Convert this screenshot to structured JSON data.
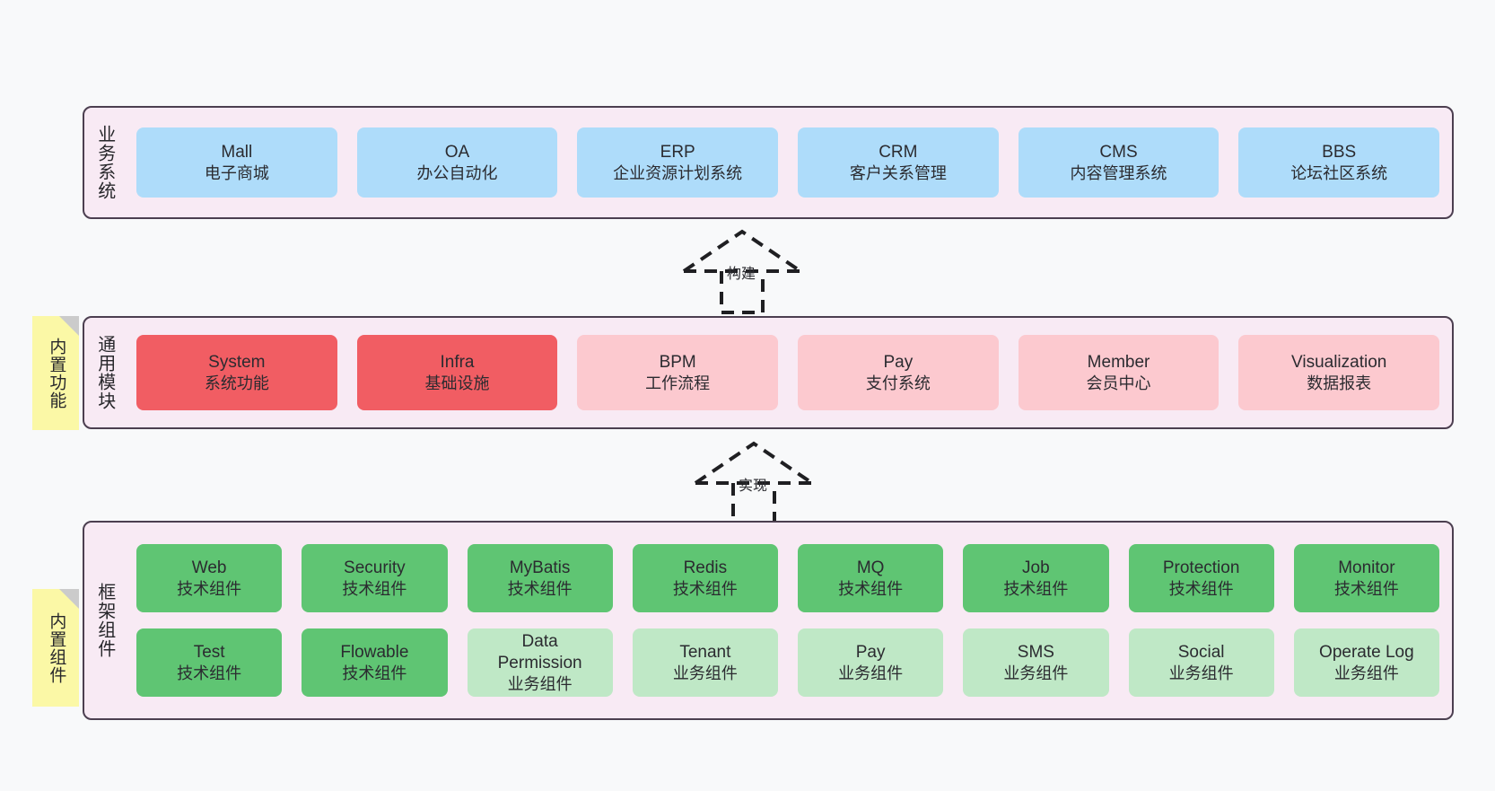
{
  "diagram": {
    "background_color": "#F8F9FA",
    "panel_fill": "#F8EAF4",
    "panel_border": "#4C3F50",
    "note_fill": "#FBF8A6"
  },
  "notes": [
    {
      "text": "内置功能",
      "name": "builtin-functions-note"
    },
    {
      "text": "内置组件",
      "name": "builtin-components-note"
    }
  ],
  "arrows": [
    {
      "label": "构建",
      "name": "build-arrow",
      "direction": "up",
      "style": "dashed-hollow"
    },
    {
      "label": "实现",
      "name": "implement-arrow",
      "direction": "up",
      "style": "dashed-hollow"
    }
  ],
  "layers": [
    {
      "id": "business-systems",
      "label": "业务系统",
      "rows": [
        {
          "boxes": [
            {
              "title": "Mall",
              "subtitle": "电子商城",
              "color": "#AEDCFA"
            },
            {
              "title": "OA",
              "subtitle": "办公自动化",
              "color": "#AEDCFA"
            },
            {
              "title": "ERP",
              "subtitle": "企业资源计划系统",
              "color": "#AEDCFA"
            },
            {
              "title": "CRM",
              "subtitle": "客户关系管理",
              "color": "#AEDCFA"
            },
            {
              "title": "CMS",
              "subtitle": "内容管理系统",
              "color": "#AEDCFA"
            },
            {
              "title": "BBS",
              "subtitle": "论坛社区系统",
              "color": "#AEDCFA"
            }
          ]
        }
      ]
    },
    {
      "id": "common-modules",
      "label": "通用模块",
      "rows": [
        {
          "boxes": [
            {
              "title": "System",
              "subtitle": "系统功能",
              "color": "#F15D63"
            },
            {
              "title": "Infra",
              "subtitle": "基础设施",
              "color": "#F15D63"
            },
            {
              "title": "BPM",
              "subtitle": "工作流程",
              "color": "#FCC9CF"
            },
            {
              "title": "Pay",
              "subtitle": "支付系统",
              "color": "#FCC9CF"
            },
            {
              "title": "Member",
              "subtitle": "会员中心",
              "color": "#FCC9CF"
            },
            {
              "title": "Visualization",
              "subtitle": "数据报表",
              "color": "#FCC9CF"
            }
          ]
        }
      ]
    },
    {
      "id": "framework-components",
      "label": "框架组件",
      "rows": [
        {
          "boxes": [
            {
              "title": "Web",
              "subtitle": "技术组件",
              "color": "#5FC573"
            },
            {
              "title": "Security",
              "subtitle": "技术组件",
              "color": "#5FC573"
            },
            {
              "title": "MyBatis",
              "subtitle": "技术组件",
              "color": "#5FC573"
            },
            {
              "title": "Redis",
              "subtitle": "技术组件",
              "color": "#5FC573"
            },
            {
              "title": "MQ",
              "subtitle": "技术组件",
              "color": "#5FC573"
            },
            {
              "title": "Job",
              "subtitle": "技术组件",
              "color": "#5FC573"
            },
            {
              "title": "Protection",
              "subtitle": "技术组件",
              "color": "#5FC573"
            },
            {
              "title": "Monitor",
              "subtitle": "技术组件",
              "color": "#5FC573"
            }
          ]
        },
        {
          "boxes": [
            {
              "title": "Test",
              "subtitle": "技术组件",
              "color": "#5FC573"
            },
            {
              "title": "Flowable",
              "subtitle": "技术组件",
              "color": "#5FC573"
            },
            {
              "title": "Data Permission",
              "subtitle": "业务组件",
              "color": "#BFE8C6"
            },
            {
              "title": "Tenant",
              "subtitle": "业务组件",
              "color": "#BFE8C6"
            },
            {
              "title": "Pay",
              "subtitle": "业务组件",
              "color": "#BFE8C6"
            },
            {
              "title": "SMS",
              "subtitle": "业务组件",
              "color": "#BFE8C6"
            },
            {
              "title": "Social",
              "subtitle": "业务组件",
              "color": "#BFE8C6"
            },
            {
              "title": "Operate Log",
              "subtitle": "业务组件",
              "color": "#BFE8C6"
            }
          ]
        }
      ]
    }
  ]
}
